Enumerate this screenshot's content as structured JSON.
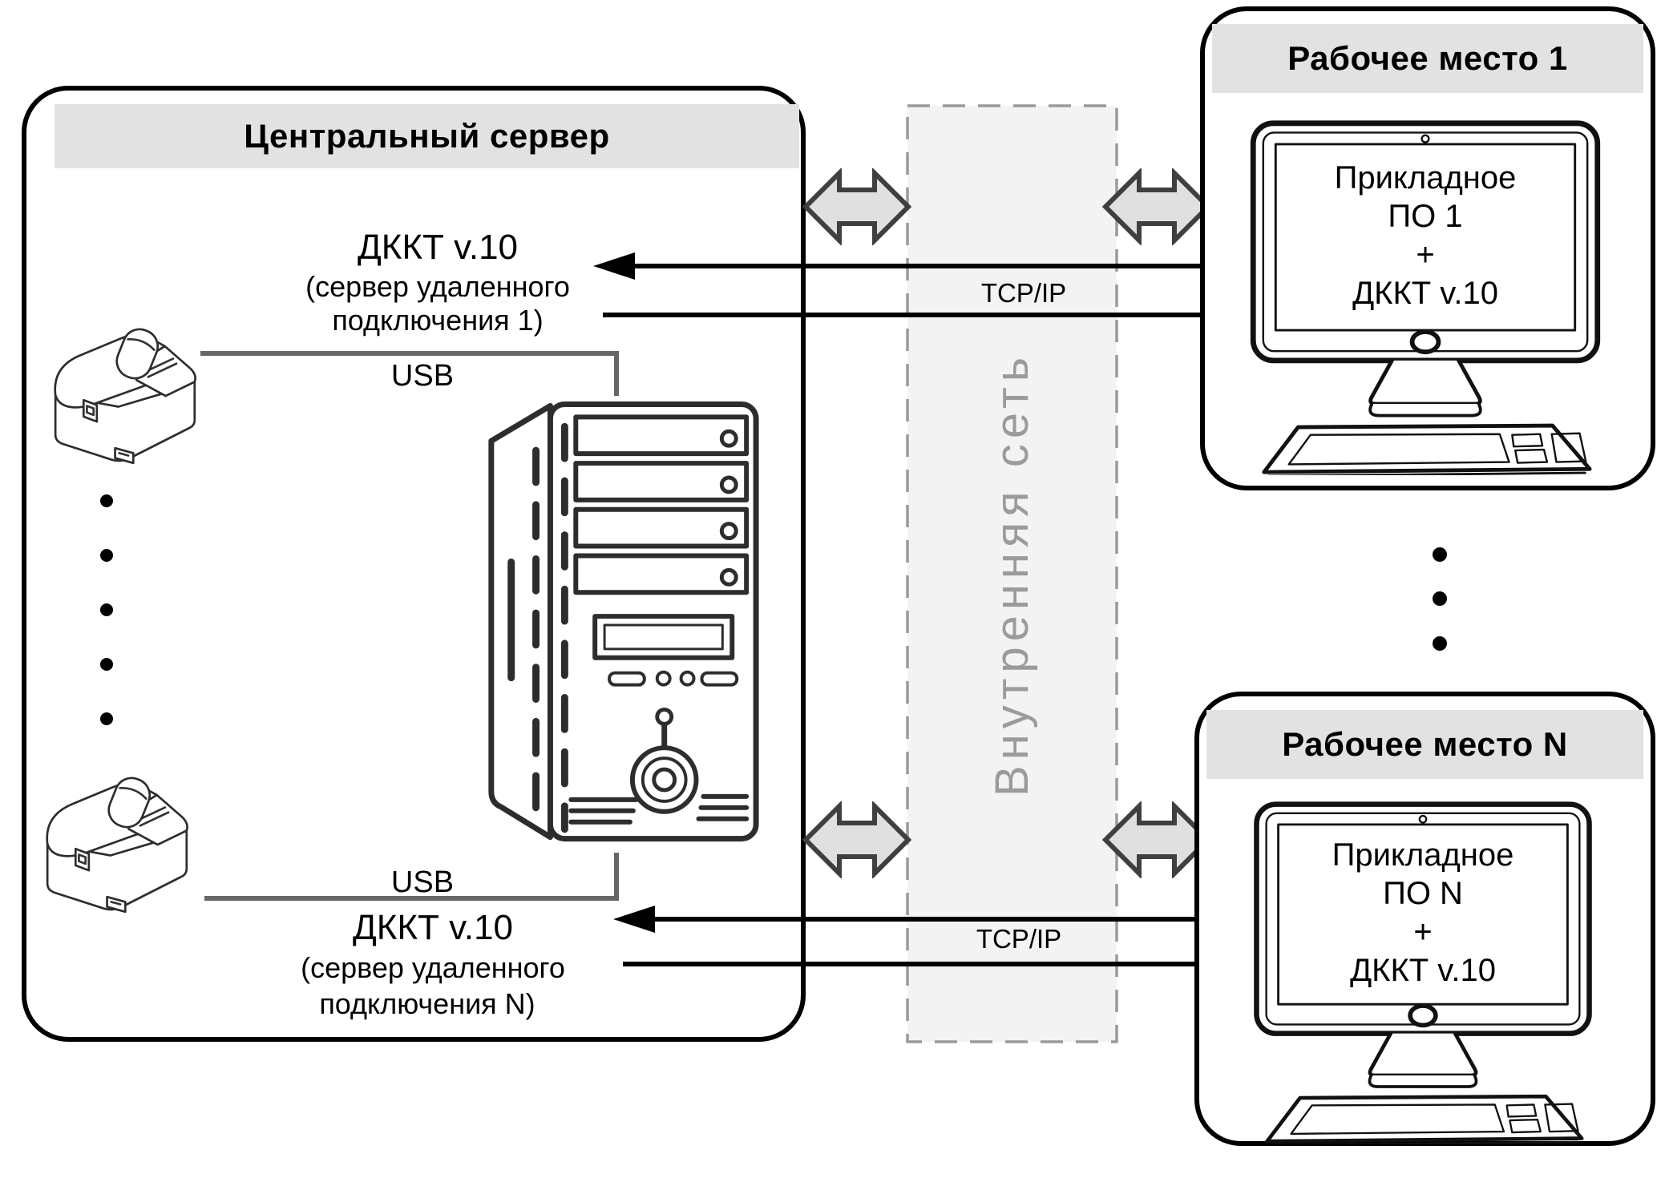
{
  "colors": {
    "band_bg": "#e2e2e2",
    "network_bg": "#f3f3f3",
    "network_border": "#9a9a9a",
    "network_text": "#9b9b9b",
    "arrow_fill": "#e0e0e0",
    "arrow_stroke": "#3f3f3f",
    "wire_gray": "#666666",
    "line_black": "#000000",
    "box_border": "#000000"
  },
  "central_server": {
    "title": "Центральный сервер",
    "usb_label_top": "USB",
    "usb_label_bottom": "USB",
    "connection_top": {
      "line1": "ДККТ v.10",
      "line2": "(сервер удаленного",
      "line3": "подключения 1)"
    },
    "connection_bottom": {
      "line1": "ДККТ v.10",
      "line2": "(сервер удаленного",
      "line3": "подключения N)"
    }
  },
  "network": {
    "label": "Внутренняя сеть",
    "tcp_label_top": "TCP/IP",
    "tcp_label_bottom": "TCP/IP"
  },
  "workstations": [
    {
      "title": "Рабочее место 1",
      "screen_lines": [
        "Прикладное",
        "ПО 1",
        "+",
        "ДККТ v.10"
      ]
    },
    {
      "title": "Рабочее место N",
      "screen_lines": [
        "Прикладное",
        "ПО N",
        "+",
        "ДККТ v.10"
      ]
    }
  ]
}
